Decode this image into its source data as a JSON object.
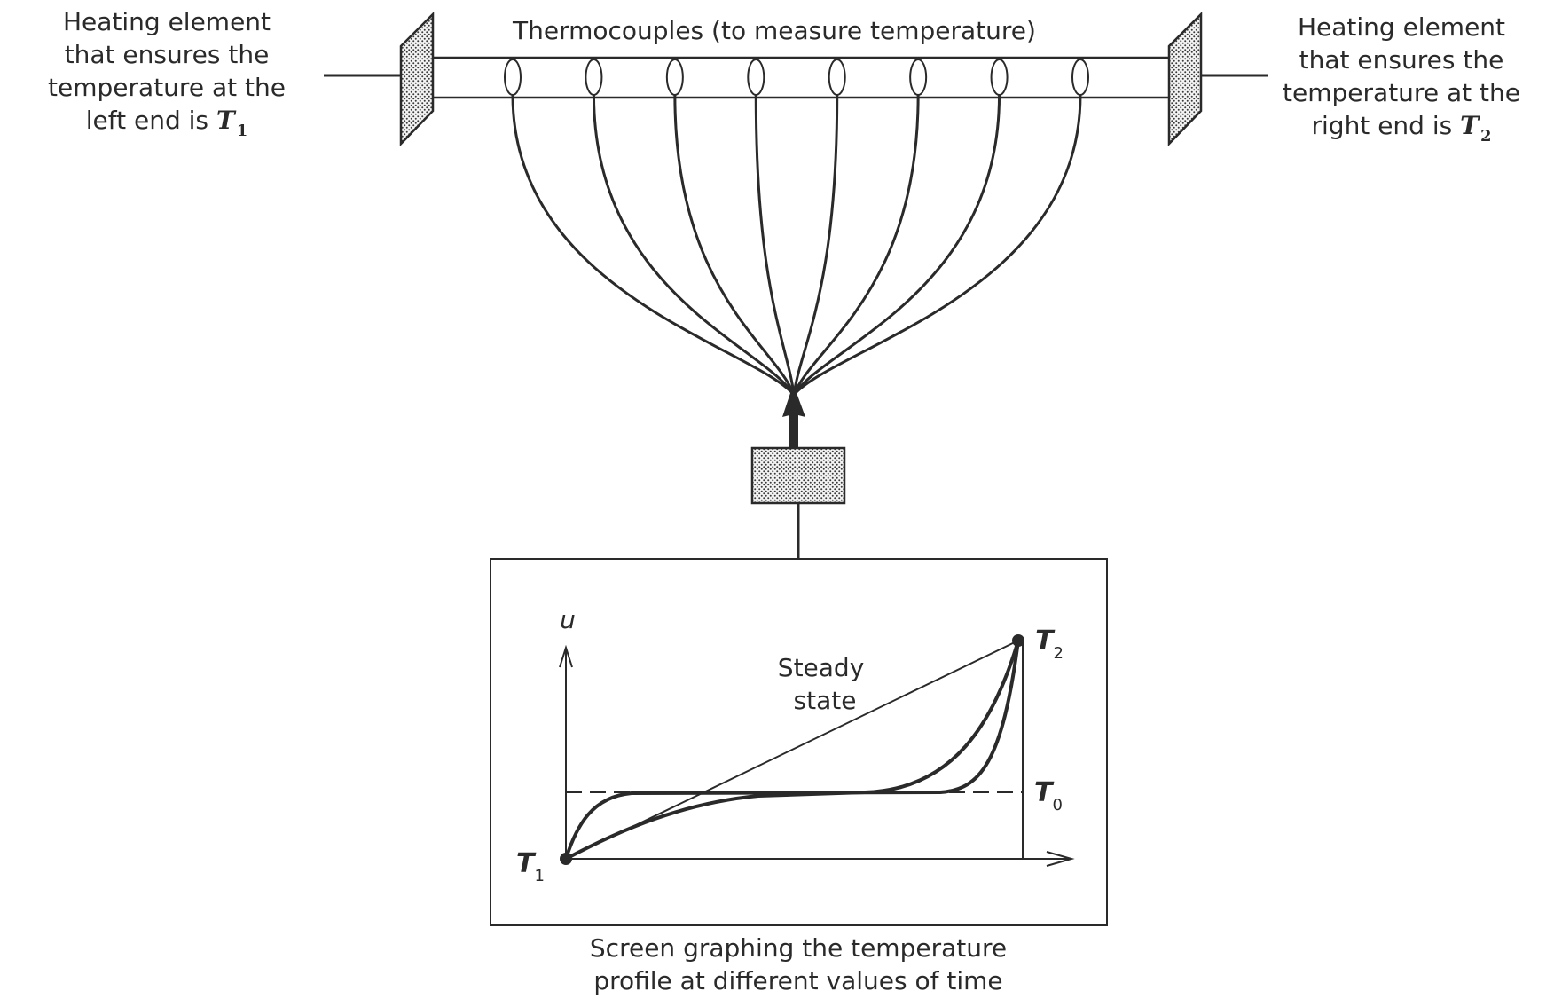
{
  "labels": {
    "thermocouples": "Thermocouples (to measure temperature)",
    "left_heater": {
      "line1": "Heating element",
      "line2": "that ensures the",
      "line3": "temperature at the",
      "line4": "left end is",
      "symbol": "T",
      "subscript": "1"
    },
    "right_heater": {
      "line1": "Heating element",
      "line2": "that ensures the",
      "line3": "temperature at the",
      "line4": "right end is",
      "symbol": "T",
      "subscript": "2"
    },
    "screen_caption": {
      "line1": "Screen graphing the temperature",
      "line2": "profile at different values of time"
    }
  },
  "graph": {
    "y_axis_label": "u",
    "steady_state_line1": "Steady",
    "steady_state_line2": "state",
    "t1_symbol": "T",
    "t1_subscript": "1",
    "t2_symbol": "T",
    "t2_subscript": "2",
    "t0_symbol": "T",
    "t0_subscript": "0"
  },
  "thermocouple_count": 8,
  "colors": {
    "ink": "#2a2a2a",
    "background": "#ffffff"
  }
}
